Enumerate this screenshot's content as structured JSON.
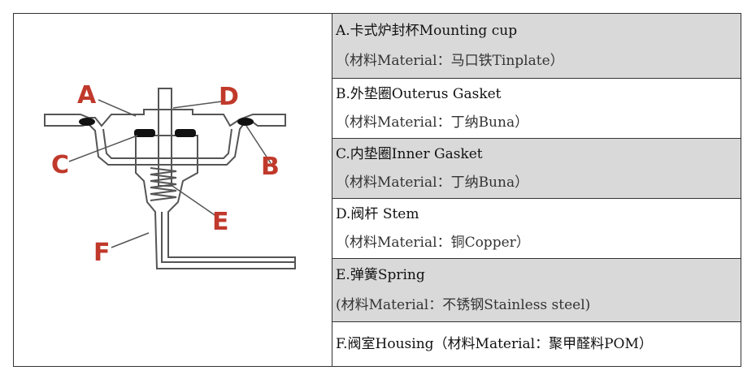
{
  "diagram": {
    "labels": {
      "a": "A",
      "b": "B",
      "c": "C",
      "d": "D",
      "e": "E",
      "f": "F"
    },
    "label_color": "#c0392b"
  },
  "parts": [
    {
      "title": "A.卡式炉封杯Mounting cup",
      "material": "（材料Material：马口铁Tinplate）"
    },
    {
      "title": "B.外垫圈Outerus Gasket",
      "material": "（材料Material：丁纳Buna）"
    },
    {
      "title": "C.内垫圈Inner Gasket",
      "material": "（材料Material：丁纳Buna）"
    },
    {
      "title": "D.阀杆 Stem",
      "material": "（材料Material：铜Copper）"
    },
    {
      "title": "E.弹簧Spring",
      "material": "(材料Material：不锈钢Stainless steel)"
    },
    {
      "title": "F.阀室Housing（材料Material：聚甲醛料POM）"
    }
  ]
}
